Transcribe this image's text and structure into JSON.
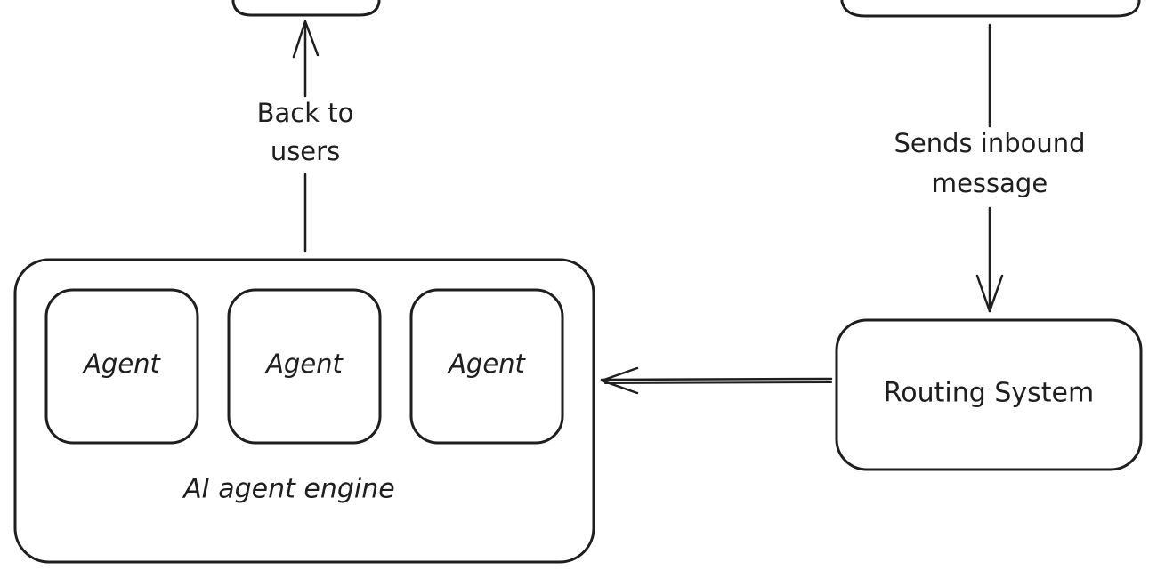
{
  "diagram": {
    "engine": {
      "label": "AI agent engine",
      "agents": [
        "Agent",
        "Agent",
        "Agent"
      ]
    },
    "routing": {
      "label": "Routing System"
    },
    "edges": {
      "back_to_users": {
        "line1": "Back to",
        "line2": "users"
      },
      "sends_inbound": {
        "line1": "Sends inbound",
        "line2": "message"
      },
      "routing_to_engine": {
        "label": ""
      }
    },
    "stroke_color": "#1e1e1e",
    "background": "#ffffff"
  }
}
